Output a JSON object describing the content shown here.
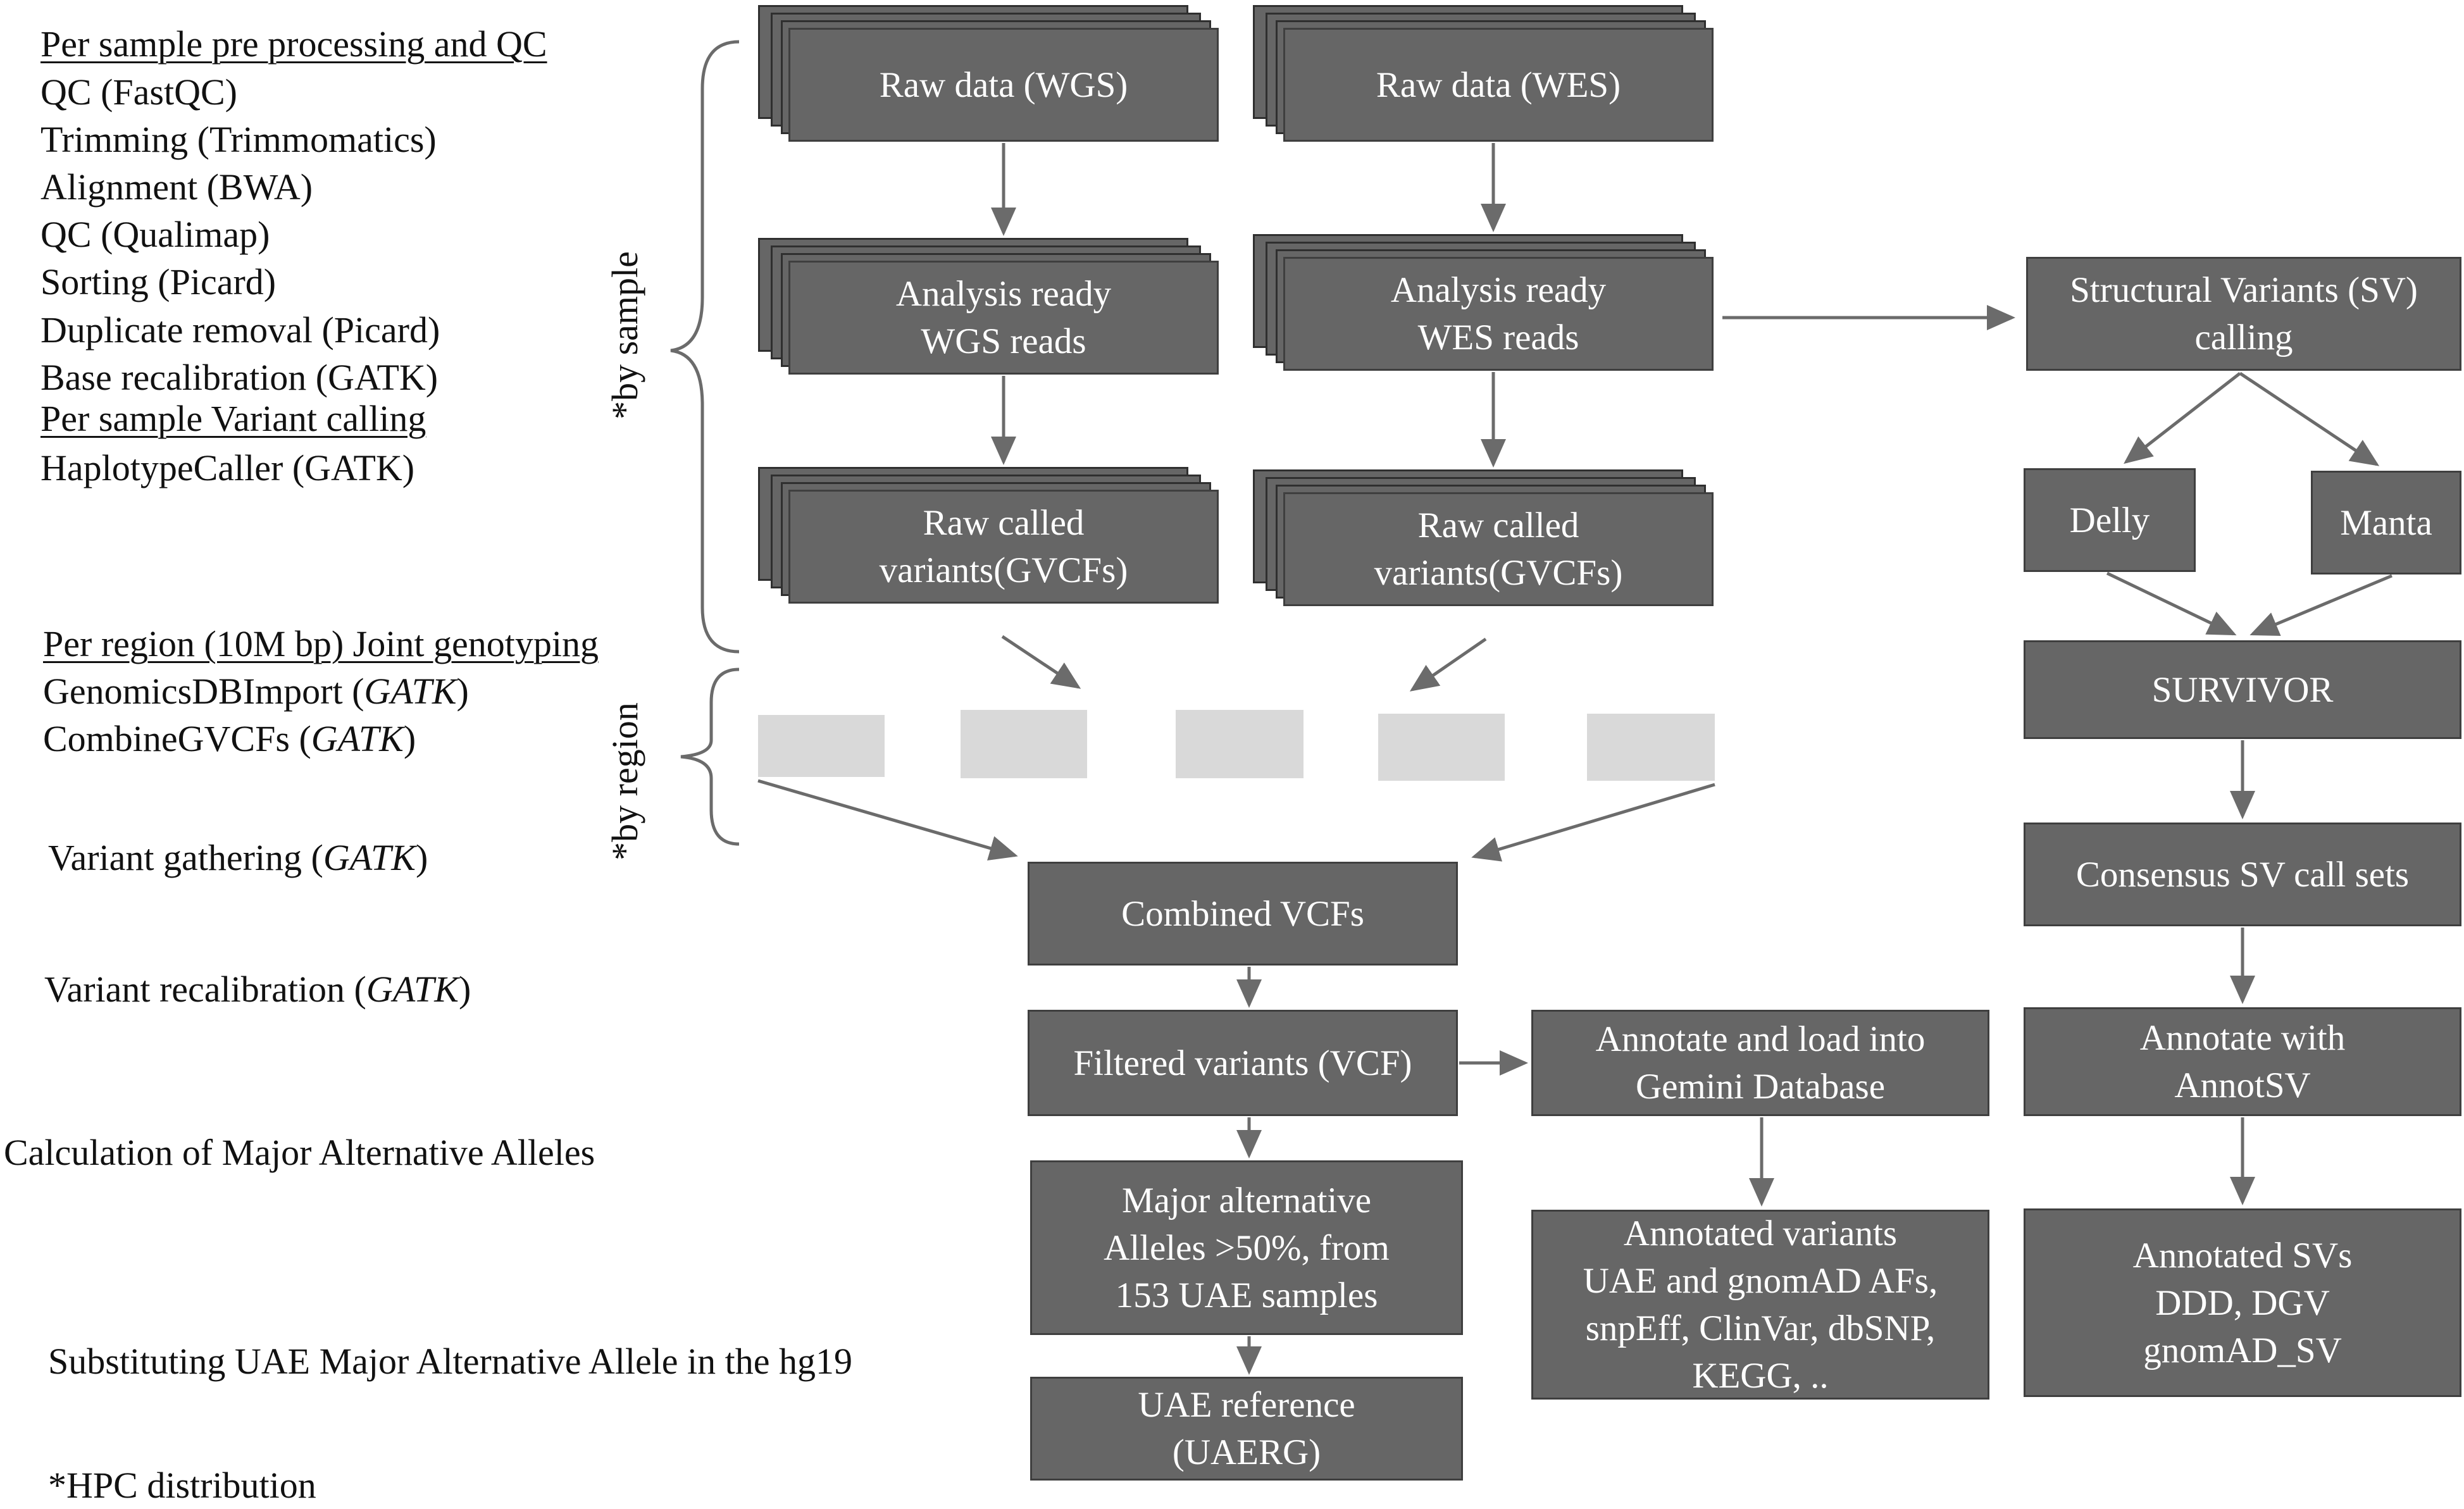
{
  "left_panel": {
    "sec1_heading": "Per sample pre processing and QC",
    "sec1_items": [
      "QC (FastQC)",
      "Trimming (Trimmomatics)",
      "Alignment (BWA)",
      "QC (Qualimap)",
      "Sorting (Picard)",
      "Duplicate removal (Picard)",
      "Base recalibration (GATK)"
    ],
    "sec2_heading": "Per sample Variant calling",
    "sec2_item": "HaplotypeCaller (GATK)",
    "sec3_heading": "Per region (10M bp) Joint genotyping",
    "genomicsdb": {
      "prefix": "GenomicsDBImport (",
      "tool": "GATK",
      "suffix": ")"
    },
    "combinegvcfs": {
      "prefix": "CombineGVCFs (",
      "tool": "GATK",
      "suffix": ")"
    },
    "variant_gathering": {
      "prefix": "Variant gathering (",
      "tool": "GATK",
      "suffix": ")"
    },
    "variant_recalibration": {
      "prefix": "Variant recalibration (",
      "tool": "GATK",
      "suffix": ")"
    },
    "major_alleles_calc": "Calculation of Major Alternative Alleles",
    "substituting": "Substituting UAE Major Alternative Allele in the hg19",
    "hpc_note": "*HPC distribution"
  },
  "brace_labels": {
    "by_sample": "*by sample",
    "by_region": "*by region"
  },
  "boxes": {
    "raw_wgs": "Raw data (WGS)",
    "raw_wes": "Raw data (WES)",
    "ready_wgs": [
      "Analysis ready",
      "WGS reads"
    ],
    "ready_wes": [
      "Analysis ready",
      "WES reads"
    ],
    "called_wgs": [
      "Raw called",
      "variants(GVCFs)"
    ],
    "called_wes": [
      "Raw called",
      "variants(GVCFs)"
    ],
    "combined_vcfs": "Combined VCFs",
    "filtered_variants": "Filtered variants (VCF)",
    "major_alleles": [
      "Major alternative",
      "Alleles  >50%, from",
      "153 UAE samples"
    ],
    "uae_reference": [
      "UAE reference",
      "(UAERG)"
    ],
    "gemini": [
      "Annotate and load into",
      "Gemini Database"
    ],
    "annotated_variants": [
      "Annotated variants",
      "UAE  and gnomAD AFs,",
      "snpEff, ClinVar, dbSNP,",
      "KEGG, .."
    ],
    "sv_calling": [
      "Structural Variants (SV)",
      "calling"
    ],
    "delly": "Delly",
    "manta": "Manta",
    "survivor": "SURVIVOR",
    "consensus": "Consensus SV call sets",
    "annotsv": [
      "Annotate with",
      "AnnotSV"
    ],
    "annotated_svs": [
      "Annotated SVs",
      "DDD, DGV",
      "gnomAD_SV"
    ]
  },
  "colors": {
    "box_fill": "#666666",
    "box_text": "#ffffff",
    "region_bar": "#d9d9d9",
    "arrow": "#6b6b6b"
  }
}
